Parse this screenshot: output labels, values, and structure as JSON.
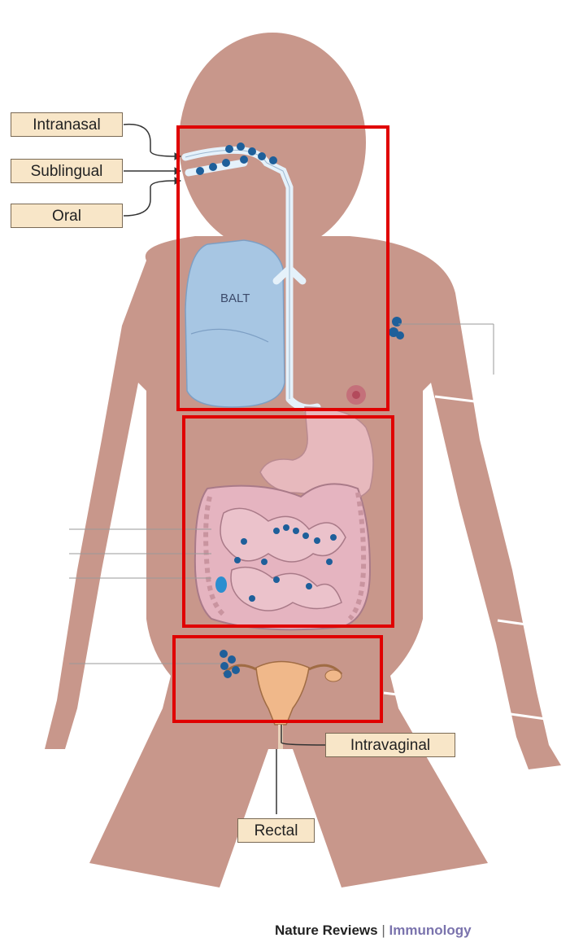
{
  "routes": {
    "intranasal": "Intranasal",
    "sublingual": "Sublingual",
    "oral": "Oral",
    "intravaginal": "Intravaginal",
    "rectal": "Rectal"
  },
  "organs": {
    "lung_label": "BALT"
  },
  "credit": {
    "journal": "Nature Reviews",
    "separator": "|",
    "section": "Immunology"
  },
  "colors": {
    "background": "#000000",
    "panel": "#ffffff",
    "body": "#c8978b",
    "lung": "#a7c6e3",
    "lymphoid_node": "#1e5f9a",
    "highlight_box": "#e00000",
    "label_fill": "#f8e6c8"
  },
  "highlight_regions": [
    "respiratory tract",
    "gastrointestinal tract",
    "reproductive tract"
  ]
}
